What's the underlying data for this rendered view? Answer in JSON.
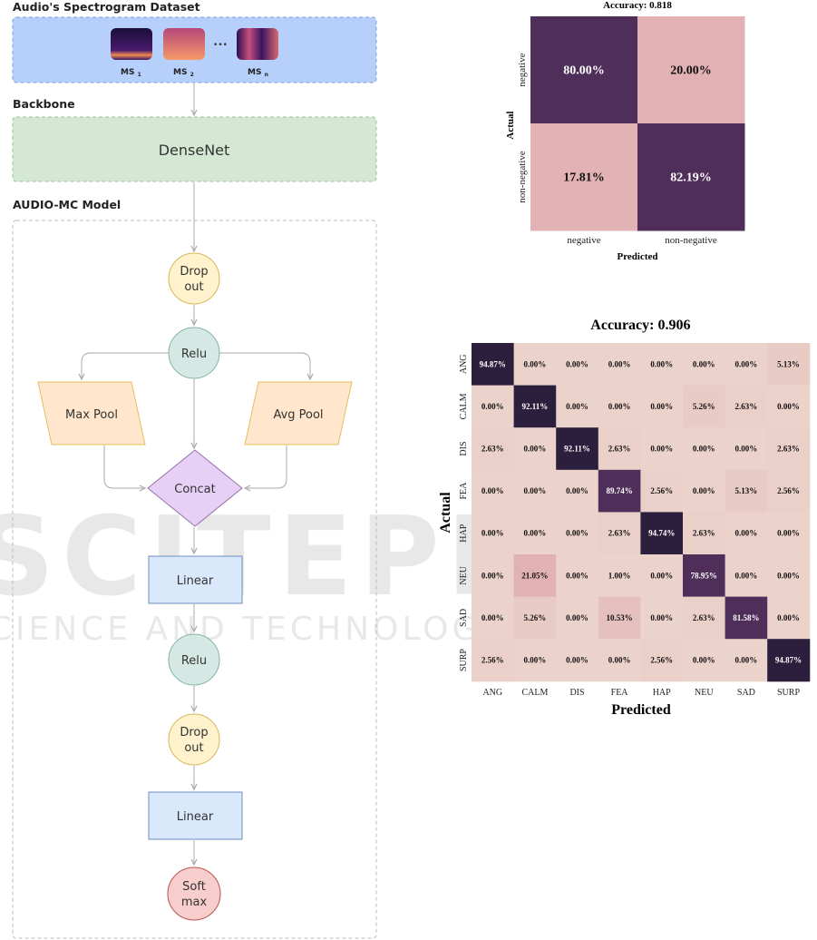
{
  "diagram": {
    "dataset_title": "Audio's Spectrogram Dataset",
    "spectrograms": [
      {
        "label": "MS",
        "sub": "1"
      },
      {
        "label": "MS",
        "sub": "2"
      },
      {
        "label": "MS",
        "sub": "n"
      }
    ],
    "ellipsis": "•••",
    "backbone_title": "Backbone",
    "backbone": "DenseNet",
    "model_title": "AUDIO-MC Model",
    "nodes": {
      "dropout1": [
        "Drop",
        "out"
      ],
      "relu1": "Relu",
      "maxpool": "Max Pool",
      "avgpool": "Avg Pool",
      "concat": "Concat",
      "linear1": "Linear",
      "relu2": "Relu",
      "dropout2": [
        "Drop",
        "out"
      ],
      "linear2": "Linear",
      "softmax": [
        "Soft",
        "max"
      ]
    },
    "colors": {
      "dataset": "#b6cffb",
      "backbone": "#d5e8d4",
      "dropout": "#fff2cc",
      "relu": "#d5e8e4",
      "pool": "#ffe6cc",
      "concat": "#e6d0f5",
      "linear": "#dae8fc",
      "softmax": "#f8cecc"
    }
  },
  "watermark": {
    "main": "SCITEPRESS",
    "sub": "SCIENCE AND TECHNOLOGY PUBLICATIONS"
  },
  "chart_data": [
    {
      "type": "heatmap",
      "title": "Accuracy: 0.818",
      "xlabel": "Predicted",
      "ylabel": "Actual",
      "x_categories": [
        "negative",
        "non-negative"
      ],
      "y_categories": [
        "negative",
        "non-negative"
      ],
      "values": [
        [
          80.0,
          20.0
        ],
        [
          17.81,
          82.19
        ]
      ],
      "labels": [
        [
          "80.00%",
          "20.00%"
        ],
        [
          "17.81%",
          "82.19%"
        ]
      ]
    },
    {
      "type": "heatmap",
      "title": "Accuracy: 0.906",
      "xlabel": "Predicted",
      "ylabel": "Actual",
      "x_categories": [
        "ANG",
        "CALM",
        "DIS",
        "FEA",
        "HAP",
        "NEU",
        "SAD",
        "SURP"
      ],
      "y_categories": [
        "ANG",
        "CALM",
        "DIS",
        "FEA",
        "HAP",
        "NEU",
        "SAD",
        "SURP"
      ],
      "values": [
        [
          94.87,
          0.0,
          0.0,
          0.0,
          0.0,
          0.0,
          0.0,
          5.13
        ],
        [
          0.0,
          92.11,
          0.0,
          0.0,
          0.0,
          5.26,
          2.63,
          0.0
        ],
        [
          2.63,
          0.0,
          92.11,
          2.63,
          0.0,
          0.0,
          0.0,
          2.63
        ],
        [
          0.0,
          0.0,
          0.0,
          89.74,
          2.56,
          0.0,
          5.13,
          2.56
        ],
        [
          0.0,
          0.0,
          0.0,
          2.63,
          94.74,
          2.63,
          0.0,
          0.0
        ],
        [
          0.0,
          21.05,
          0.0,
          1.0,
          0.0,
          78.95,
          0.0,
          0.0
        ],
        [
          0.0,
          5.26,
          0.0,
          10.53,
          0.0,
          2.63,
          81.58,
          0.0
        ],
        [
          2.56,
          0.0,
          0.0,
          0.0,
          2.56,
          0.0,
          0.0,
          94.87
        ]
      ]
    }
  ]
}
